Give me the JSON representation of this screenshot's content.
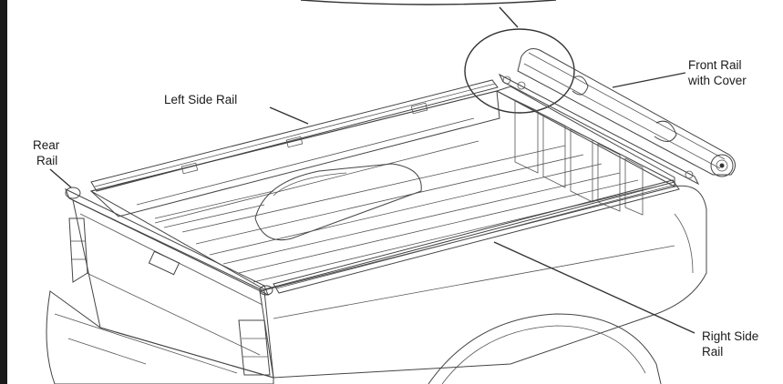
{
  "labels": {
    "left_side_rail": "Left Side Rail",
    "rear_rail_1": "Rear",
    "rear_rail_2": "Rail",
    "front_rail_1": "Front Rail",
    "front_rail_2": "with Cover",
    "right_side_rail_1": "Right Side",
    "right_side_rail_2": "Rail"
  },
  "colors": {
    "background": "#ffffff",
    "left_border": "#1a1a1a",
    "line": "#333333",
    "rail_fill": "#bdbdbd",
    "cover_fill": "#d8d8d8",
    "bed_fill": "#f2f2f2"
  }
}
